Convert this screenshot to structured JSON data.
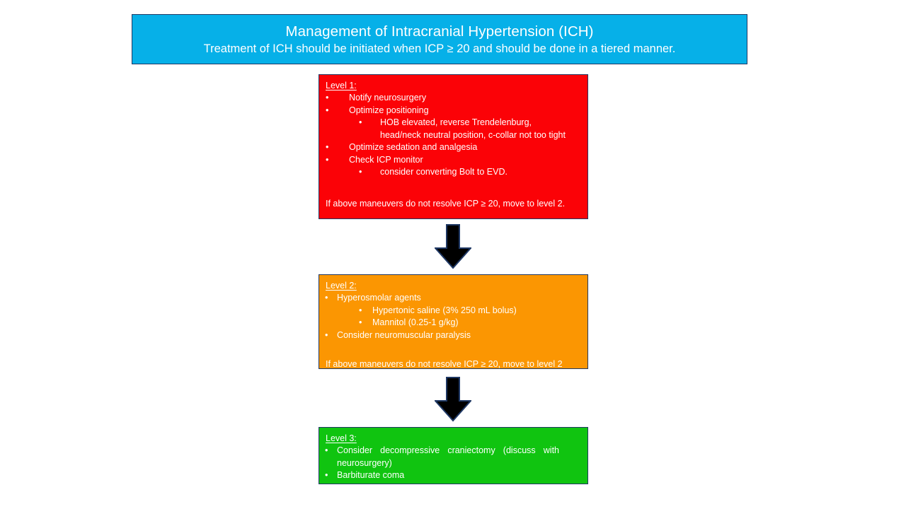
{
  "header": {
    "title": "Management of Intracranial Hypertension (ICH)",
    "subtitle": "Treatment of ICH should be initiated when ICP ≥ 20 and should be done in a tiered manner.",
    "background_color": "#06B0E8",
    "text_color": "#FFFFFF",
    "border_color": "#1F3864"
  },
  "levels": [
    {
      "heading": "Level 1:",
      "background_color": "#FB0207",
      "text_color": "#FFFFFF",
      "items": [
        {
          "depth": 1,
          "marker": "•",
          "text": "Notify neurosurgery"
        },
        {
          "depth": 1,
          "marker": "•",
          "text": "Optimize positioning"
        },
        {
          "depth": 2,
          "marker": "•",
          "text": "HOB elevated, reverse Trendelenburg, head/neck neutral position, c-collar not too tight"
        },
        {
          "depth": 1,
          "marker": "•",
          "text": "Optimize sedation and analgesia"
        },
        {
          "depth": 1,
          "marker": "•",
          "text": "Check ICP monitor"
        },
        {
          "depth": 2,
          "marker": "•",
          "text": "consider converting Bolt to EVD."
        }
      ],
      "footer": "If above maneuvers do not resolve ICP ≥ 20,  move to level 2."
    },
    {
      "heading": "Level 2:",
      "background_color": "#FB9602",
      "text_color": "#FFFFFF",
      "items": [
        {
          "depth": 1,
          "marker": "•",
          "text": "Hyperosmolar agents"
        },
        {
          "depth": 2,
          "marker": "•",
          "text": "Hypertonic saline (3% 250 mL bolus)"
        },
        {
          "depth": 2,
          "marker": "•",
          "text": "Mannitol (0.25-1 g/kg)"
        },
        {
          "depth": 1,
          "marker": "•",
          "text": "Consider neuromuscular paralysis"
        }
      ],
      "footer": "If above maneuvers do not resolve ICP ≥ 20,  move to level 2"
    },
    {
      "heading": "Level 3:",
      "background_color": "#10C410",
      "text_color": "#FFFFFF",
      "items": [
        {
          "depth": 1,
          "marker": "•",
          "text": "Consider  decompressive  craniectomy (discuss  with neurosurgery)"
        },
        {
          "depth": 1,
          "marker": "•",
          "text": "Barbiturate coma"
        }
      ],
      "footer": ""
    }
  ],
  "arrows": [
    {
      "name": "arrow-level1-to-level2",
      "direction": "down",
      "color": "#000000",
      "outline_color": "#1F3864"
    },
    {
      "name": "arrow-level2-to-level3",
      "direction": "down",
      "color": "#000000",
      "outline_color": "#1F3864"
    }
  ],
  "chart_data": {
    "type": "diagram",
    "title": "Management of Intracranial Hypertension (ICH)",
    "diagram_kind": "tiered-flowchart",
    "nodes": [
      {
        "id": "level-1",
        "label": "Level 1:",
        "color": "#FB0207"
      },
      {
        "id": "level-2",
        "label": "Level 2:",
        "color": "#FB9602"
      },
      {
        "id": "level-3",
        "label": "Level 3:",
        "color": "#10C410"
      }
    ],
    "edges": [
      {
        "from": "level-1",
        "to": "level-2",
        "style": "down-arrow"
      },
      {
        "from": "level-2",
        "to": "level-3",
        "style": "down-arrow"
      }
    ]
  }
}
